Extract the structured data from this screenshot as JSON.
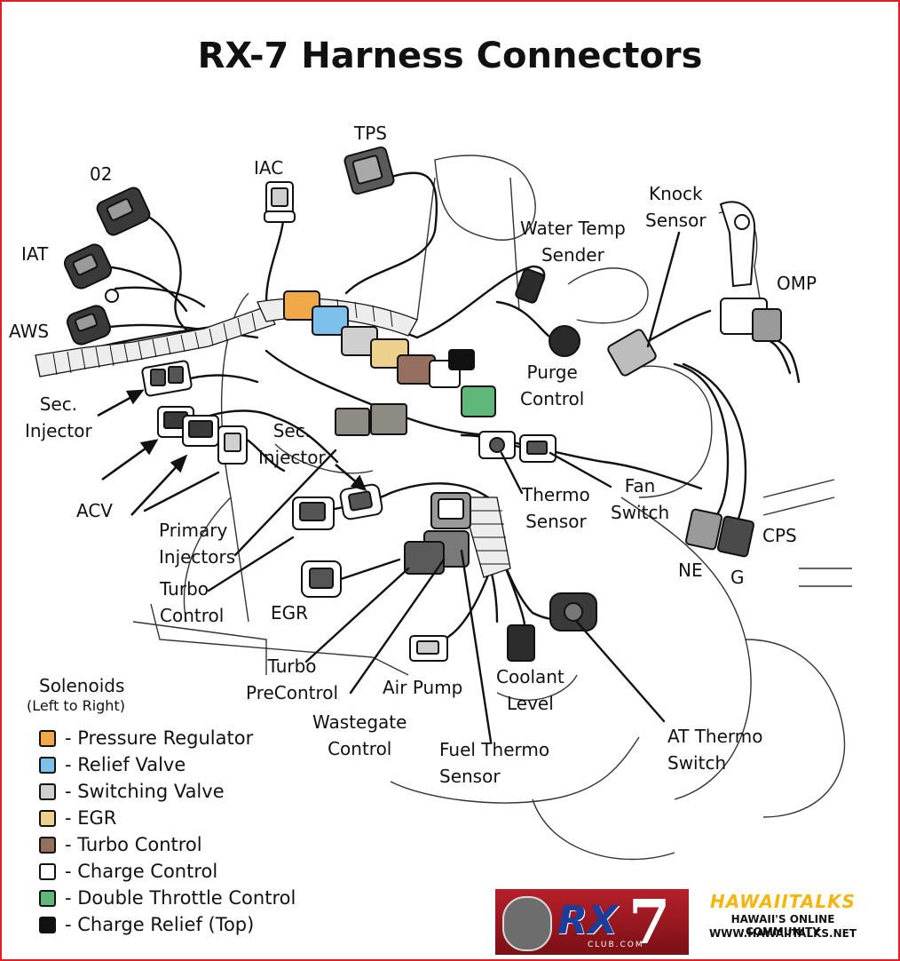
{
  "title": "RX-7 Harness Connectors",
  "labels": {
    "o2": "02",
    "iac": "IAC",
    "tps": "TPS",
    "iat": "IAT",
    "aws": "AWS",
    "water_temp": [
      "Water Temp",
      "Sender"
    ],
    "knock_sensor": [
      "Knock",
      "Sensor"
    ],
    "omp": "OMP",
    "sec_injector_left": [
      "Sec.",
      "Injector"
    ],
    "sec_injector_center": [
      "Sec.",
      "Injector"
    ],
    "purge_control": [
      "Purge",
      "Control"
    ],
    "acv": "ACV",
    "primary_injectors": [
      "Primary",
      "Injectors"
    ],
    "thermo_sensor": [
      "Thermo",
      "Sensor"
    ],
    "fan_switch": [
      "Fan",
      "Switch"
    ],
    "cps": "CPS",
    "ne": "NE",
    "g": "G",
    "turbo_control": [
      "Turbo",
      "Control"
    ],
    "egr": "EGR",
    "turbo_precontrol": [
      "Turbo",
      "PreControl"
    ],
    "air_pump": "Air Pump",
    "coolant_level": [
      "Coolant",
      "Level"
    ],
    "wastegate_control": [
      "Wastegate",
      "Control"
    ],
    "fuel_thermo_sensor": [
      "Fuel Thermo",
      "Sensor"
    ],
    "at_thermo_switch": [
      "AT  Thermo",
      "Switch"
    ]
  },
  "legend": {
    "heading": "Solenoids",
    "subheading": "(Left to Right)",
    "items": [
      {
        "label": "- Pressure Regulator",
        "color": "#f0a848"
      },
      {
        "label": "- Relief Valve",
        "color": "#7ec0ec"
      },
      {
        "label": "- Switching Valve",
        "color": "#cfcfcf"
      },
      {
        "label": "- EGR",
        "color": "#ecd08c"
      },
      {
        "label": "- Turbo Control",
        "color": "#96705e"
      },
      {
        "label": "- Charge Control",
        "color": "#ffffff"
      },
      {
        "label": "- Double Throttle Control",
        "color": "#5fb87a"
      },
      {
        "label": "- Charge Relief    (Top)",
        "color": "#111111"
      }
    ]
  },
  "banner": {
    "badge_rx": "RX",
    "badge_seven": "7",
    "badge_club": "CLUB.COM",
    "site_logo": "HAWAIITALKS",
    "tagline": "HAWAII'S ONLINE COMMUNITY",
    "url": "WWW.HAWAIITALKS.NET"
  },
  "colors": {
    "border": "#e41e24",
    "logo": "#f6b40e",
    "badge": "#b7202a"
  }
}
